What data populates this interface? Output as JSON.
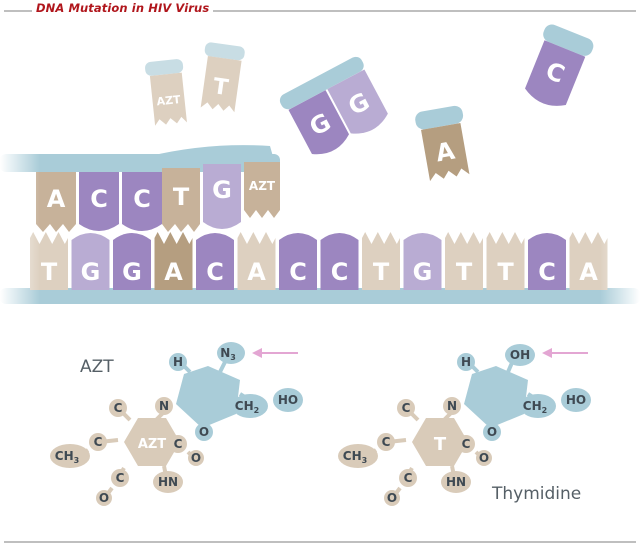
{
  "title": "DNA Mutation in HIV Virus",
  "colors": {
    "title": "#b0161c",
    "backbone": "#a9ccd8",
    "purine_purple": "#9c86c0",
    "pyrimidine_tan": "#c7b29a",
    "tan_dark": "#b59e80",
    "purple_light": "#b9acd3",
    "tan_light": "#ddd0c0",
    "atom_tan": "#d9cbb9",
    "ring_blue": "#a9ccd8",
    "arrow": "#e3a6d3",
    "frame": "#7f7f7f"
  },
  "top_strand": {
    "bases": [
      "A",
      "C",
      "C",
      "T",
      "G",
      "AZT"
    ]
  },
  "bottom_strand": {
    "bases": [
      "T",
      "G",
      "G",
      "A",
      "C",
      "A",
      "C",
      "C",
      "T",
      "G",
      "T",
      "T",
      "C",
      "A"
    ]
  },
  "floating": {
    "azt_pair": [
      "AZT",
      "T"
    ],
    "gg_pair": [
      "G",
      "G"
    ],
    "a_single": "A",
    "c_single": "C"
  },
  "azt_molecule": {
    "label": "AZT",
    "ring_label": "AZT",
    "atoms": {
      "h": "H",
      "n3": "N",
      "n3_sub": "3",
      "n": "N",
      "o": "O",
      "ch2": "CH",
      "ch2_sub": "2",
      "ho": "HO",
      "c_top": "C",
      "c_left": "C",
      "ch3": "CH",
      "ch3_sub": "3",
      "c_bottom": "C",
      "o_bottom": "O",
      "hn": "HN",
      "c_right": "C",
      "o_right": "O"
    }
  },
  "thymidine_molecule": {
    "label": "Thymidine",
    "ring_label": "T",
    "atoms": {
      "h": "H",
      "oh": "OH",
      "n": "N",
      "o": "O",
      "ch2": "CH",
      "ch2_sub": "2",
      "ho": "HO",
      "c_top": "C",
      "c_left": "C",
      "ch3": "CH",
      "ch3_sub": "3",
      "c_bottom": "C",
      "o_bottom": "O",
      "hn": "HN",
      "c_right": "C",
      "o_right": "O"
    }
  }
}
